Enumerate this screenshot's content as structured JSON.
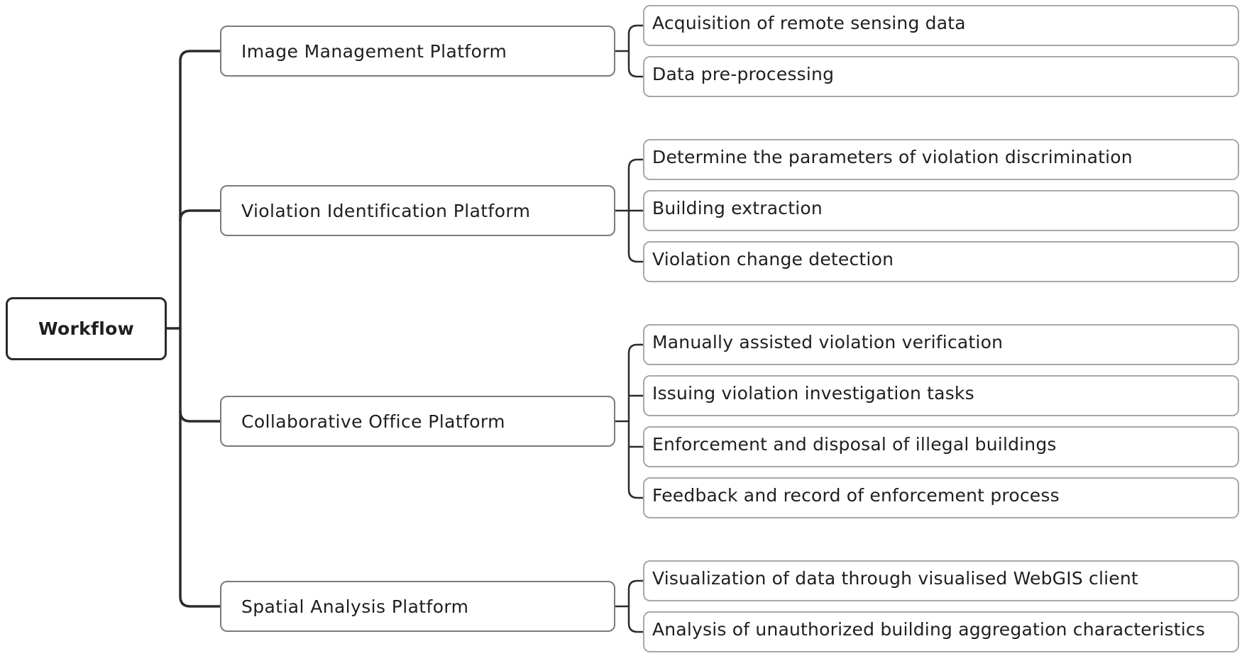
{
  "root": {
    "label": "Workflow"
  },
  "platforms": [
    {
      "label": "Image Management Platform",
      "tasks": [
        "Acquisition of remote sensing data",
        "Data pre-processing"
      ]
    },
    {
      "label": "Violation Identification Platform",
      "tasks": [
        "Determine the parameters of violation discrimination",
        "Building extraction",
        "Violation change detection"
      ]
    },
    {
      "label": "Collaborative Office Platform",
      "tasks": [
        "Manually assisted violation verification",
        "Issuing violation investigation tasks",
        "Enforcement and disposal of illegal buildings",
        "Feedback and record of enforcement process"
      ]
    },
    {
      "label": "Spatial Analysis Platform",
      "tasks": [
        "Visualization of data through visualised WebGIS client",
        "Analysis of unauthorized building aggregation characteristics"
      ]
    }
  ]
}
